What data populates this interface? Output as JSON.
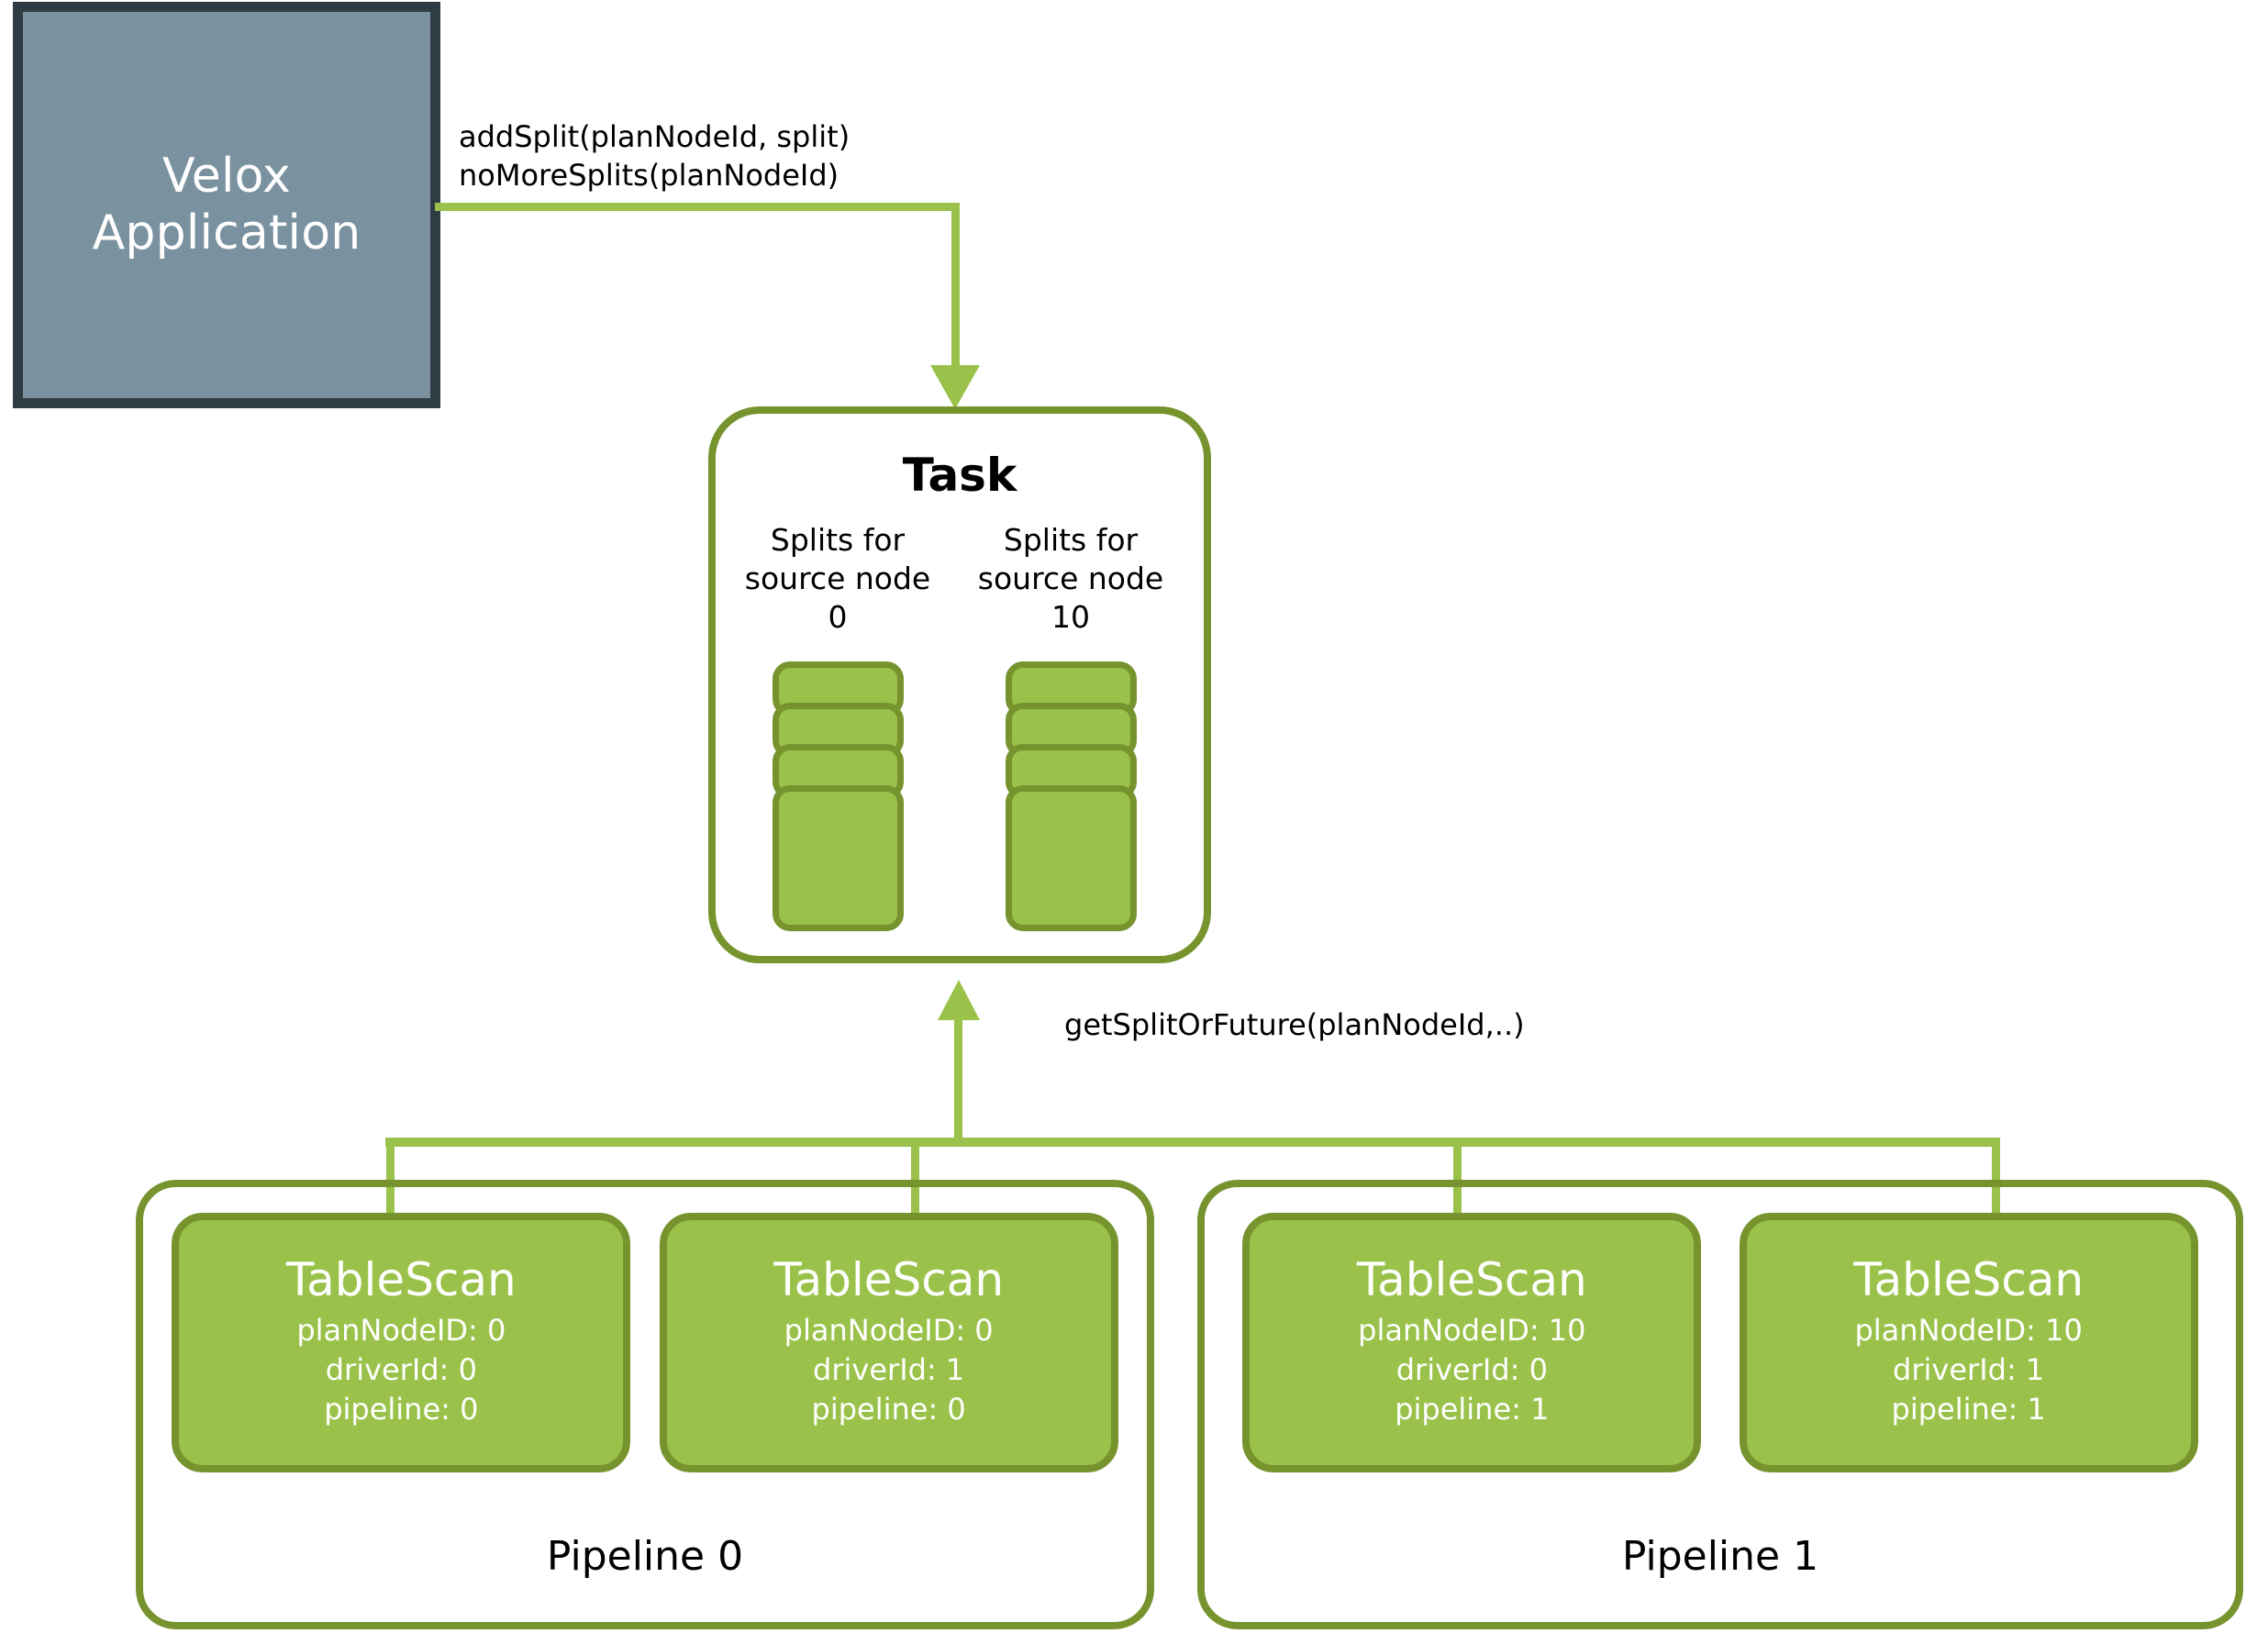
{
  "diagram": {
    "title": "Velox Task split distribution",
    "colors": {
      "app_fill": "#7A92A0",
      "app_border": "#2F3C44",
      "green_light": "#9AC24A",
      "green_dark": "#76932E",
      "text_dark": "#000000",
      "text_light": "#FFFFFF"
    }
  },
  "app": {
    "label": "Velox\nApplication"
  },
  "connectors": {
    "add_split_label": "addSplit(planNodeId, split)\nnoMoreSplits(planNodeId)",
    "get_split_label": "getSplitOrFuture(planNodeId,..)"
  },
  "task": {
    "title": "Task",
    "split_queues": [
      {
        "caption": "Splits for\nsource\nnode 0",
        "card_count": 4
      },
      {
        "caption": "Splits for\nsource\nnode 10",
        "card_count": 4
      }
    ]
  },
  "pipelines": [
    {
      "label": "Pipeline 0",
      "operators": [
        {
          "title": "TableScan",
          "meta": "planNodeID: 0\ndriverId: 0\npipeline: 0"
        },
        {
          "title": "TableScan",
          "meta": "planNodeID: 0\ndriverId: 1\npipeline: 0"
        }
      ]
    },
    {
      "label": "Pipeline 1",
      "operators": [
        {
          "title": "TableScan",
          "meta": "planNodeID: 10\ndriverId: 0\npipeline: 1"
        },
        {
          "title": "TableScan",
          "meta": "planNodeID: 10\ndriverId: 1\npipeline: 1"
        }
      ]
    }
  ]
}
